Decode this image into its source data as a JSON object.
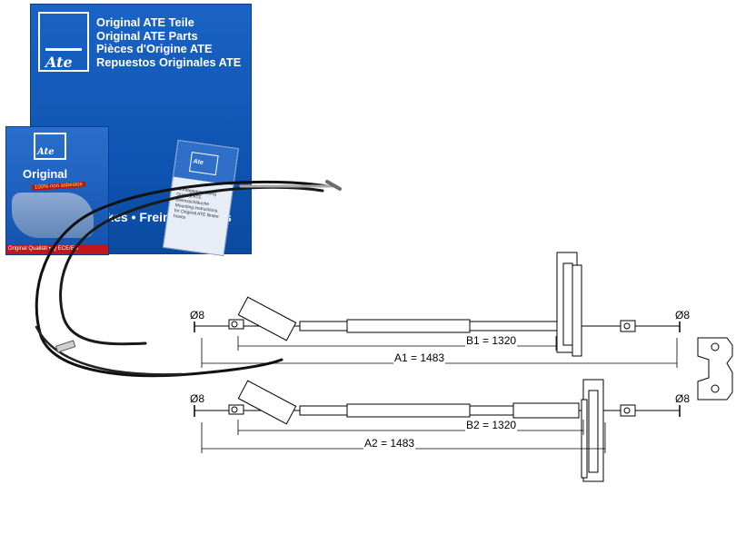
{
  "packaging": {
    "big_box": {
      "brand": "Ate",
      "lines": [
        "Original ATE Teile",
        "Original ATE Parts",
        "Pièces d'Origine ATE",
        "Repuestos Originales ATE"
      ],
      "strip": "Brakes • Freins • Frenos"
    },
    "pad_box": {
      "brand": "Ate",
      "label": "Original",
      "badge": "100% non asbestos",
      "strip": "Original Qualität • Q ECE/EG"
    },
    "leaflet": {
      "brand": "Ate",
      "text": "Montageanweisung Original ATE Bremsschläuche Mounting instructions for Original ATE Brake hoses"
    },
    "colors": {
      "box_blue": "#1256b3",
      "red_strip": "#c3151a"
    }
  },
  "drawing": {
    "diameter_label": "Ø8",
    "cable1": {
      "inner_label": "B1 = 1320",
      "overall_label": "A1 = 1483"
    },
    "cable2": {
      "inner_label": "B2 = 1320",
      "overall_label": "A2 = 1483"
    }
  }
}
